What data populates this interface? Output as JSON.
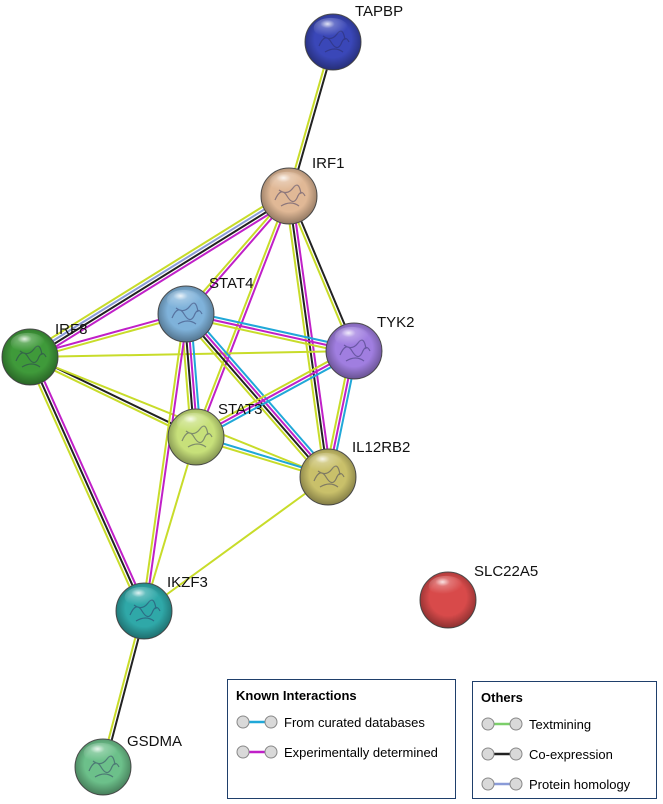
{
  "network": {
    "nodes": [
      {
        "id": "TAPBP",
        "label": "TAPBP",
        "color": "#3a47b8"
      },
      {
        "id": "IRF1",
        "label": "IRF1",
        "color": "#e0b896"
      },
      {
        "id": "STAT4",
        "label": "STAT4",
        "color": "#7fb2da"
      },
      {
        "id": "TYK2",
        "label": "TYK2",
        "color": "#a07ee0"
      },
      {
        "id": "IRF8",
        "label": "IRF8",
        "color": "#3f9a3a"
      },
      {
        "id": "STAT3",
        "label": "STAT3",
        "color": "#c7e07a"
      },
      {
        "id": "IL12RB2",
        "label": "IL12RB2",
        "color": "#c9c06a"
      },
      {
        "id": "SLC22A5",
        "label": "SLC22A5",
        "color": "#d84a4a"
      },
      {
        "id": "IKZF3",
        "label": "IKZF3",
        "color": "#2fa8a8"
      },
      {
        "id": "GSDMA",
        "label": "GSDMA",
        "color": "#6cc08a"
      }
    ],
    "edges": [
      {
        "source": "TAPBP",
        "target": "IRF1",
        "evidence": [
          "coexpression",
          "textmining"
        ]
      },
      {
        "source": "IRF1",
        "target": "IRF8",
        "evidence": [
          "experimental",
          "coexpression",
          "homology",
          "textmining"
        ]
      },
      {
        "source": "IRF1",
        "target": "STAT4",
        "evidence": [
          "experimental",
          "textmining"
        ]
      },
      {
        "source": "IRF1",
        "target": "STAT3",
        "evidence": [
          "experimental",
          "textmining"
        ]
      },
      {
        "source": "IRF1",
        "target": "TYK2",
        "evidence": [
          "coexpression",
          "textmining"
        ]
      },
      {
        "source": "IRF1",
        "target": "IL12RB2",
        "evidence": [
          "experimental",
          "coexpression",
          "textmining"
        ]
      },
      {
        "source": "IRF8",
        "target": "STAT4",
        "evidence": [
          "experimental",
          "textmining"
        ]
      },
      {
        "source": "IRF8",
        "target": "TYK2",
        "evidence": [
          "textmining"
        ]
      },
      {
        "source": "IRF8",
        "target": "STAT3",
        "evidence": [
          "coexpression",
          "textmining"
        ]
      },
      {
        "source": "IRF8",
        "target": "IL12RB2",
        "evidence": [
          "textmining"
        ]
      },
      {
        "source": "IRF8",
        "target": "IKZF3",
        "evidence": [
          "experimental",
          "coexpression",
          "textmining"
        ]
      },
      {
        "source": "STAT4",
        "target": "TYK2",
        "evidence": [
          "database",
          "experimental",
          "textmining"
        ]
      },
      {
        "source": "STAT4",
        "target": "STAT3",
        "evidence": [
          "database",
          "experimental",
          "coexpression",
          "textmining"
        ]
      },
      {
        "source": "STAT4",
        "target": "IL12RB2",
        "evidence": [
          "database",
          "experimental",
          "coexpression",
          "textmining"
        ]
      },
      {
        "source": "STAT4",
        "target": "IKZF3",
        "evidence": [
          "experimental",
          "textmining"
        ]
      },
      {
        "source": "TYK2",
        "target": "STAT3",
        "evidence": [
          "database",
          "experimental",
          "textmining"
        ]
      },
      {
        "source": "TYK2",
        "target": "IL12RB2",
        "evidence": [
          "database",
          "experimental",
          "textmining"
        ]
      },
      {
        "source": "STAT3",
        "target": "IL12RB2",
        "evidence": [
          "database",
          "textmining"
        ]
      },
      {
        "source": "STAT3",
        "target": "IKZF3",
        "evidence": [
          "textmining"
        ]
      },
      {
        "source": "IL12RB2",
        "target": "IKZF3",
        "evidence": [
          "textmining"
        ]
      },
      {
        "source": "IKZF3",
        "target": "GSDMA",
        "evidence": [
          "coexpression",
          "textmining"
        ]
      }
    ],
    "evidence_colors": {
      "database": "#20a8d8",
      "experimental": "#c020c8",
      "textmining": "#c8dc2a",
      "coexpression": "#222222",
      "homology": "#8a9bd8"
    }
  },
  "legend_known": {
    "title": "Known Interactions",
    "items": [
      {
        "label": "From curated databases",
        "color": "#20a8d8"
      },
      {
        "label": "Experimentally determined",
        "color": "#c020c8"
      }
    ]
  },
  "legend_others": {
    "title": "Others",
    "items": [
      {
        "label": "Textmining",
        "color": "#7ccf6a"
      },
      {
        "label": "Co-expression",
        "color": "#222222"
      },
      {
        "label": "Protein homology",
        "color": "#8a9bd8"
      }
    ]
  }
}
